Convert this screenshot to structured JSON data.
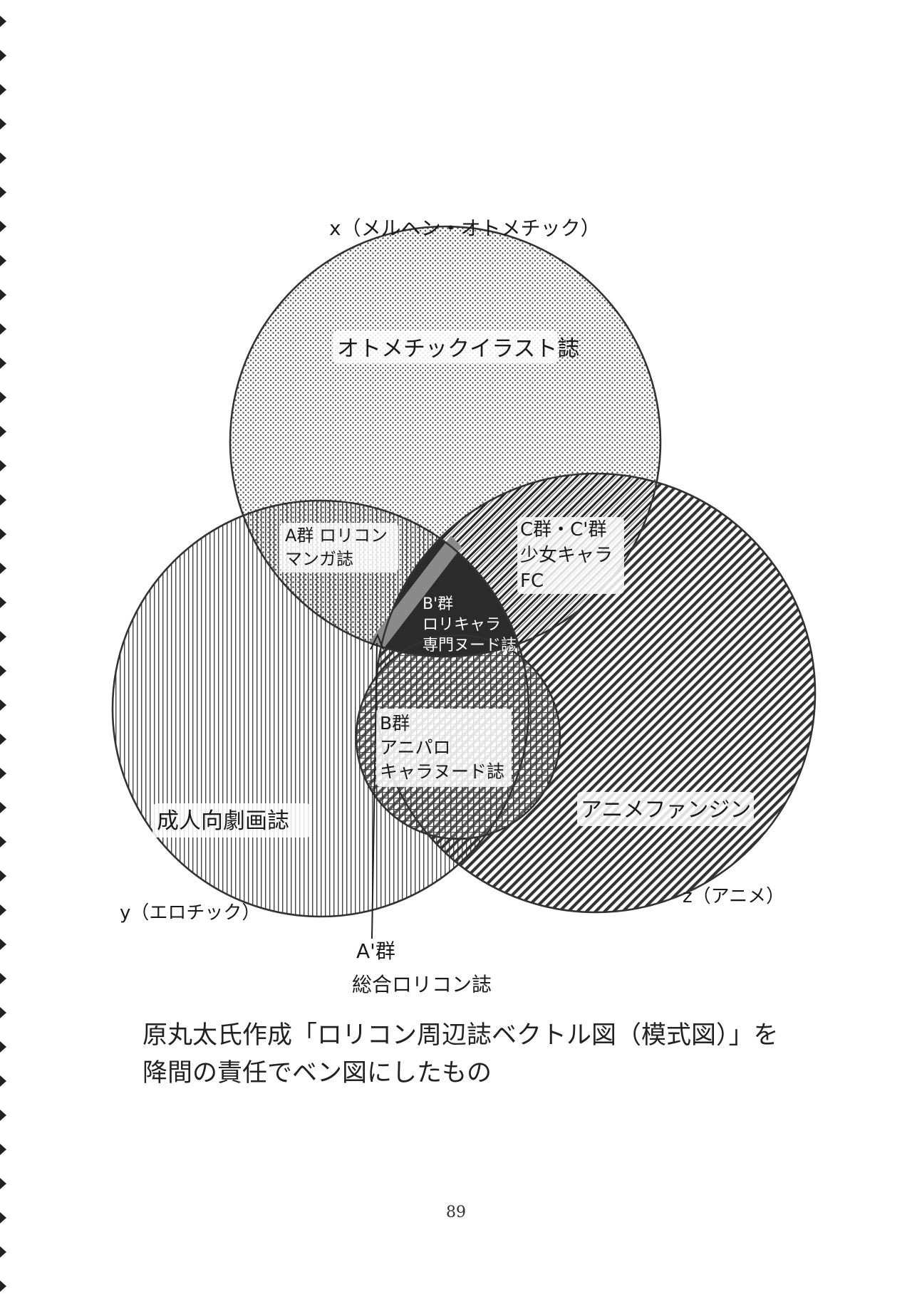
{
  "axes": {
    "x": "x（メルヘン・オトメチック）",
    "y": "y（エロチック）",
    "z": "z（アニメ）"
  },
  "regions": {
    "x_only": "オトメチックイラスト誌",
    "y_only": "成人向劇画誌",
    "z_only": "アニメファンジン",
    "a_group": [
      "A群 ロリコン",
      "マンガ誌"
    ],
    "c_group": [
      "C群・C'群",
      "少女キャラ",
      "FC"
    ],
    "b_center": [
      "B'群",
      "ロリキャラ",
      "専門ヌード誌"
    ],
    "b_group": [
      "B群",
      "アニパロ",
      "キャラヌード誌"
    ]
  },
  "callout": [
    "A'群",
    "総合ロリコン誌"
  ],
  "caption": [
    "原丸太氏作成「ロリコン周辺誌ベクトル図（模式図）」を",
    "降間の責任でベン図にしたもの"
  ],
  "page_number": "89"
}
